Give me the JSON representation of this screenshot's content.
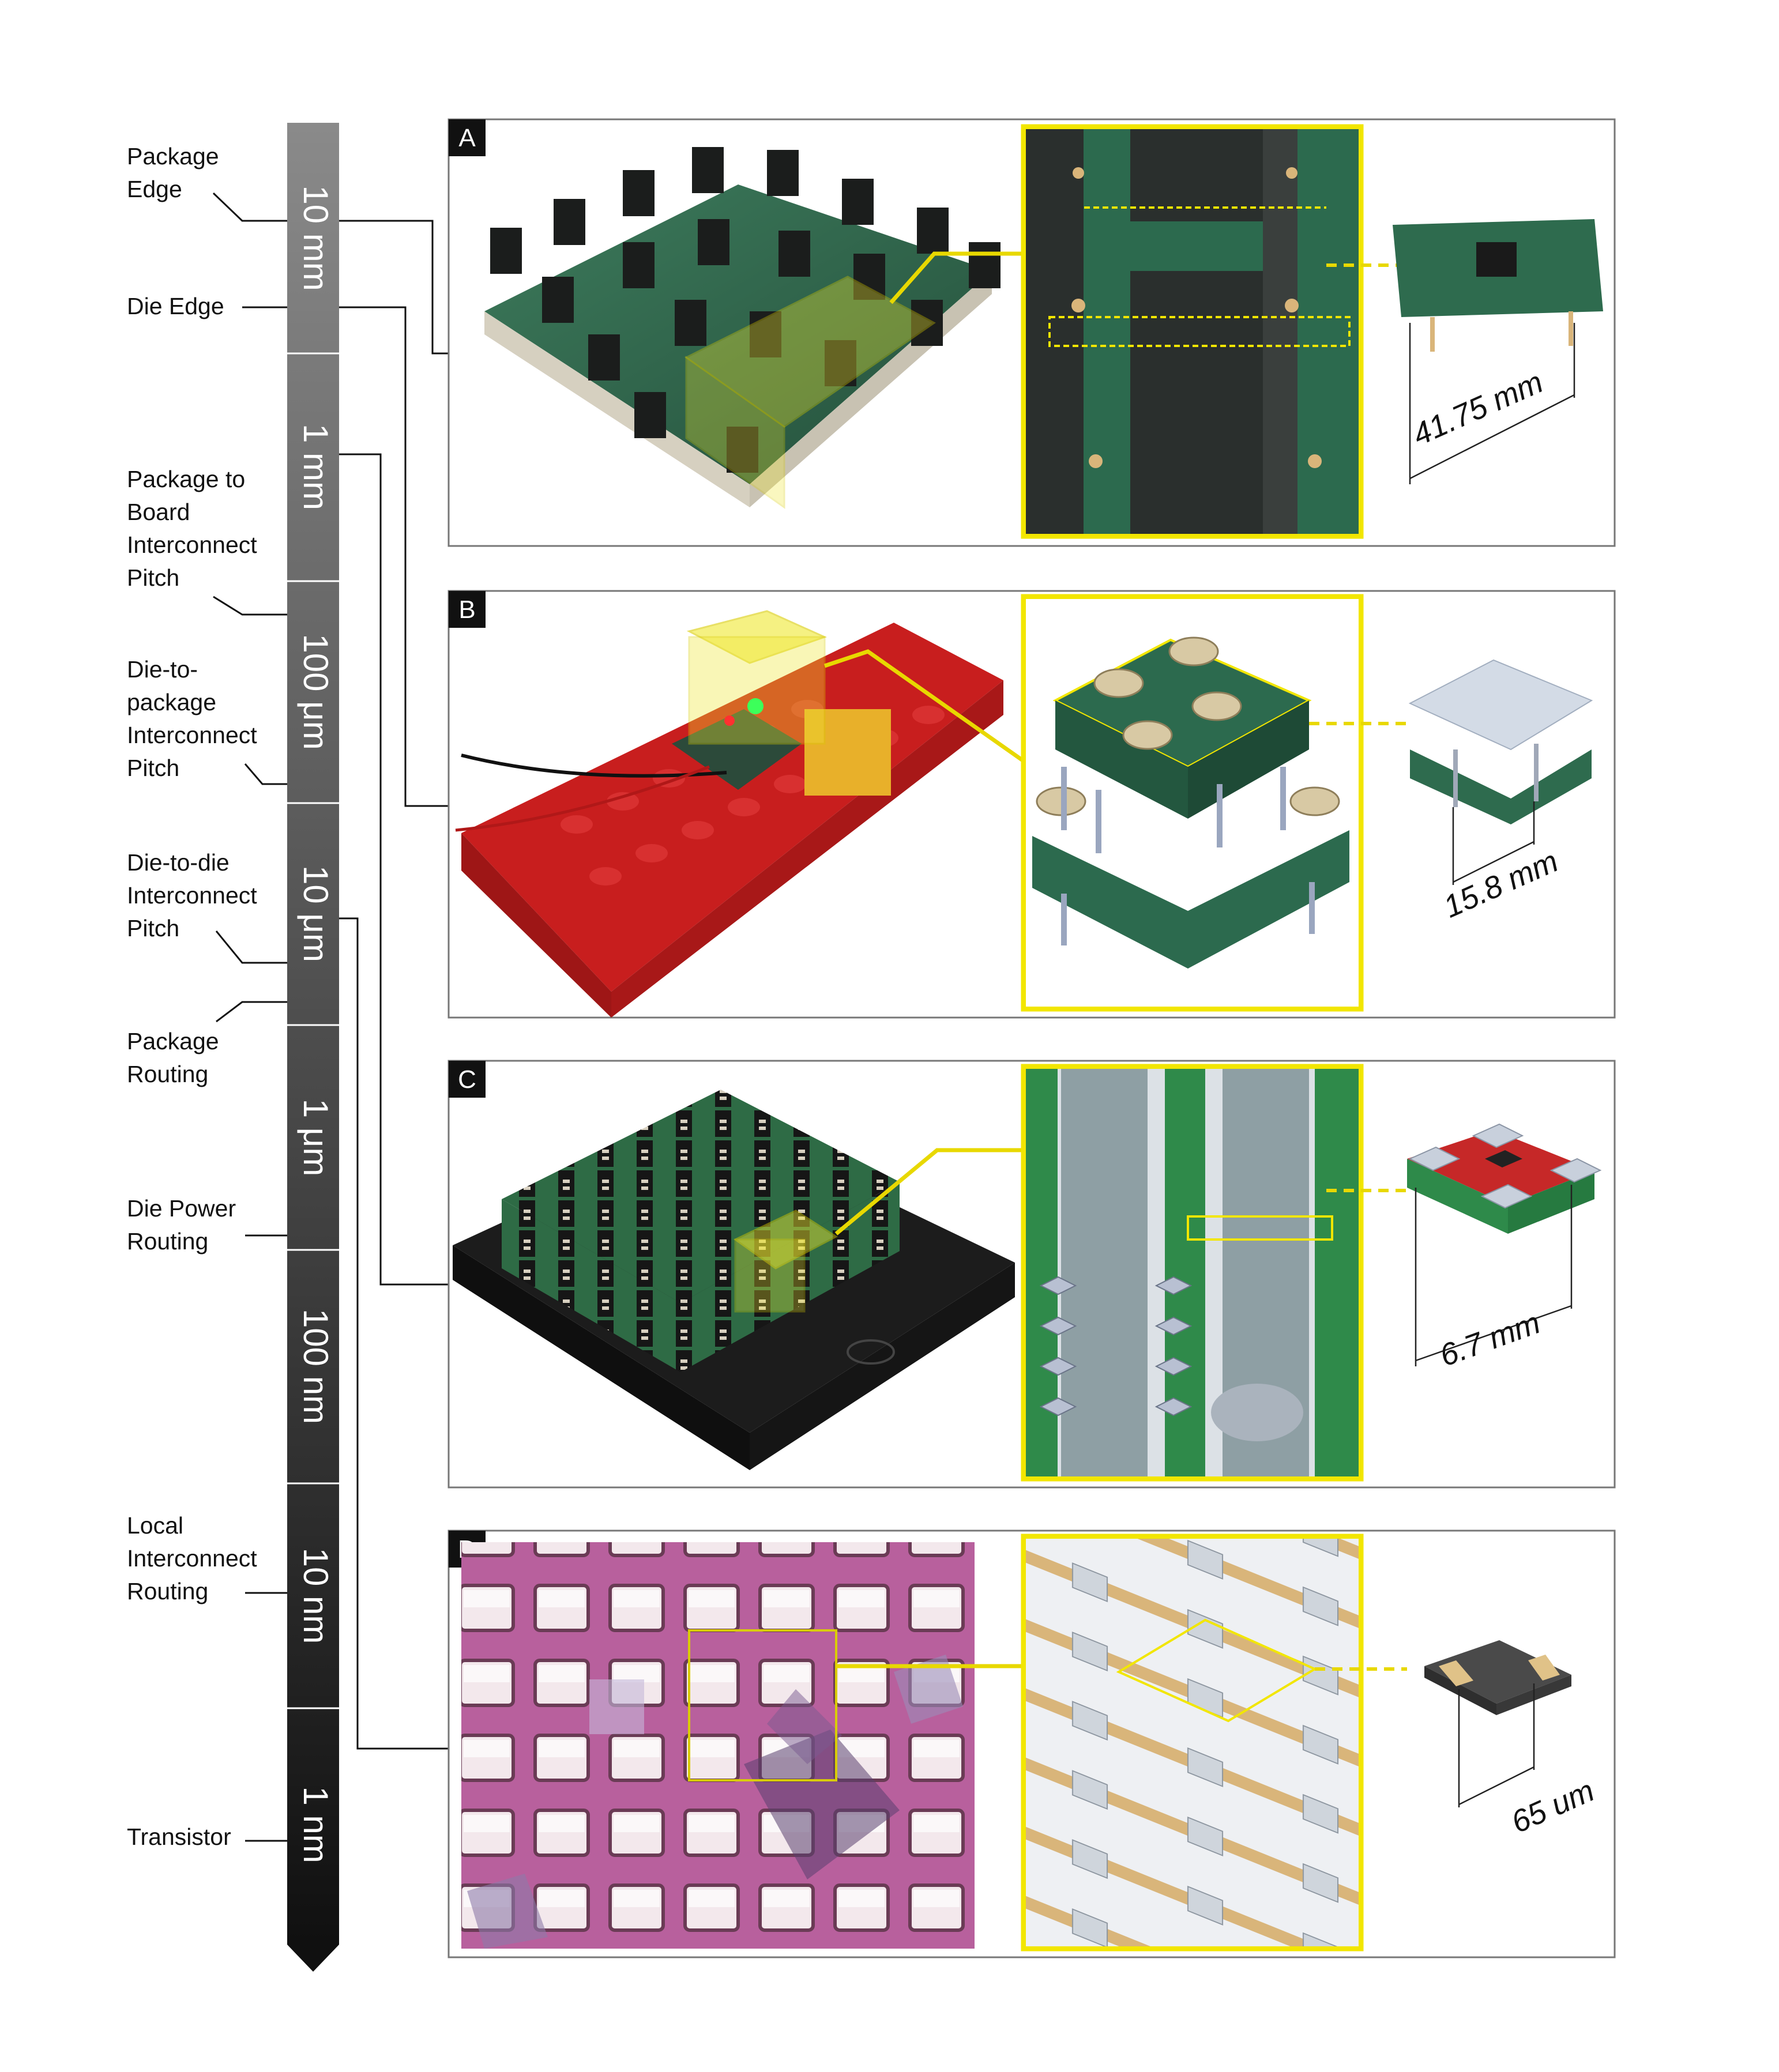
{
  "scale_bar": {
    "segments": [
      "10 mm",
      "1 mm",
      "100 μm",
      "10 μm",
      "1 μm",
      "100 nm",
      "10 nm",
      "1 nm"
    ]
  },
  "features": {
    "package_edge": [
      "Package",
      "Edge"
    ],
    "die_edge": [
      "Die Edge"
    ],
    "pkg_board_pitch": [
      "Package to",
      "Board",
      "Interconnect",
      "Pitch"
    ],
    "die_pkg_pitch": [
      "Die-to-",
      "package",
      "Interconnect",
      "Pitch"
    ],
    "die_die_pitch": [
      "Die-to-die",
      "Interconnect",
      "Pitch"
    ],
    "package_routing": [
      "Package",
      "Routing"
    ],
    "die_power_routing": [
      "Die Power",
      "Routing"
    ],
    "local_routing": [
      "Local",
      "Interconnect",
      "Routing"
    ],
    "transistor": [
      "Transistor"
    ]
  },
  "panels": [
    {
      "letter": "A",
      "dimension": "41.75 mm"
    },
    {
      "letter": "B",
      "dimension": "15.8 mm"
    },
    {
      "letter": "C",
      "dimension": "6.7 mm"
    },
    {
      "letter": "D",
      "dimension": "65 um"
    }
  ],
  "colors": {
    "highlight": "#f2e600",
    "pcb_green": "#2f6b4e",
    "lego_red": "#c81e1e",
    "micrograph_magenta": "#b85d9c",
    "copper": "#d9b57a"
  }
}
